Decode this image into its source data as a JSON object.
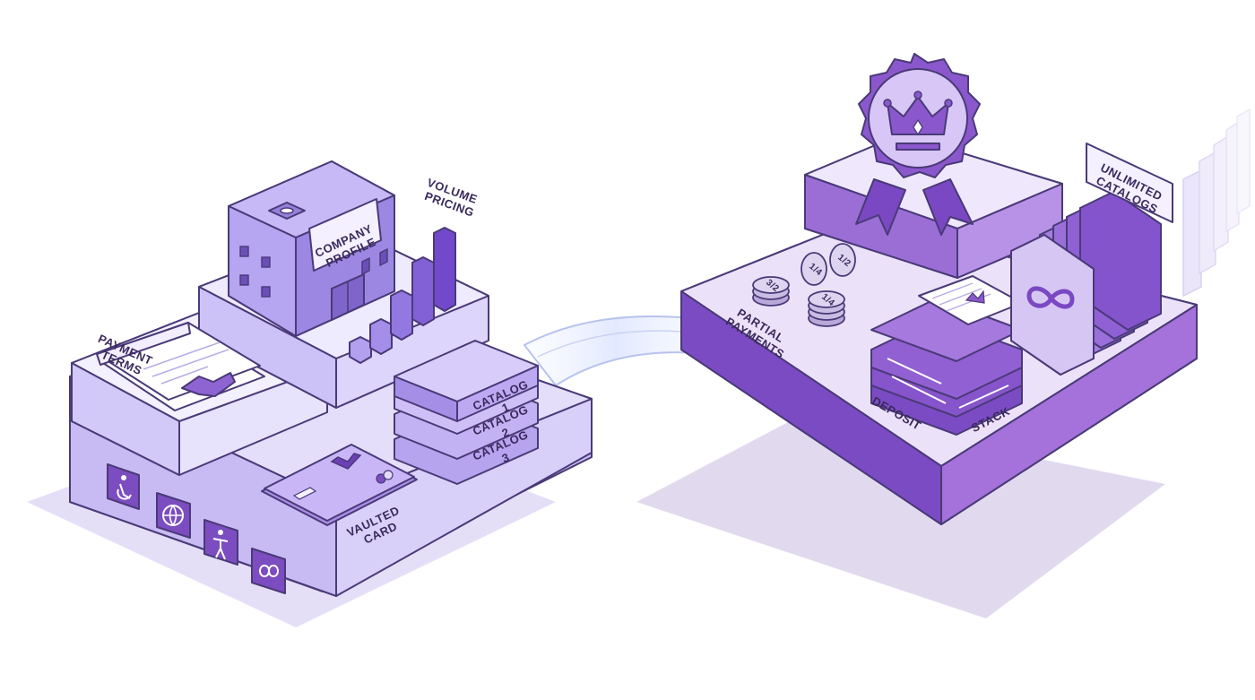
{
  "left_platform": {
    "company_profile": "COMPANY PROFILE",
    "volume_pricing": "VOLUME PRICING",
    "payment_terms": "PAYMENT TERMS",
    "vaulted_card": "VAULTED CARD",
    "catalogs": [
      "CATALOG 1",
      "CATALOG 2",
      "CATALOG 3"
    ],
    "icons": [
      "accessibility-icon",
      "globe-icon",
      "person-icon",
      "infinity-icon"
    ]
  },
  "right_platform": {
    "partial_payments": "PARTIAL PAYMENTS",
    "deposit": "DEPOSIT",
    "stack": "STACK",
    "unlimited_catalogs": "UNLIMITED CATALOGS",
    "coin_labels": [
      "1/4",
      "1/2",
      "3/2",
      "1/4"
    ]
  },
  "colors": {
    "accent": "#8a5cc8",
    "light": "#e2dcfb",
    "mid": "#b9a9ef",
    "dark": "#6d42b0",
    "outline": "#4a3a78"
  }
}
